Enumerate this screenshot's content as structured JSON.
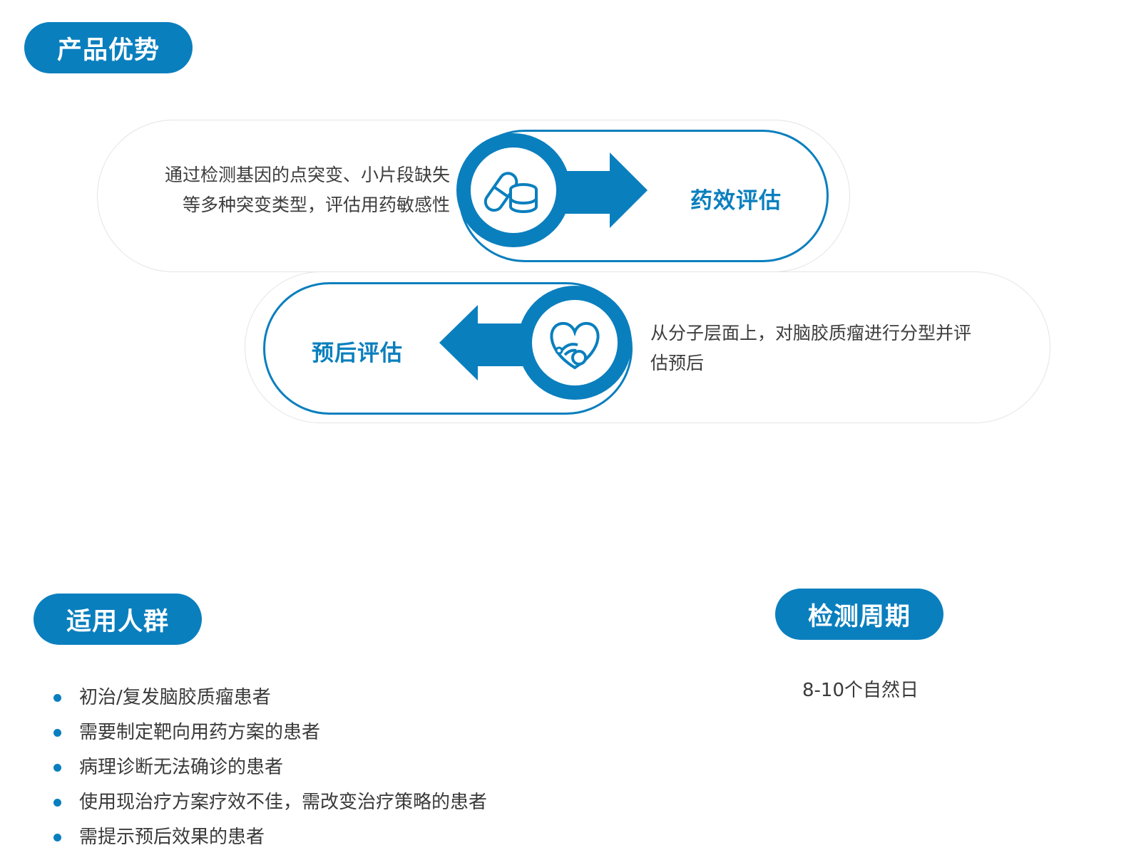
{
  "sections": {
    "advantage_title": "产品优势",
    "population_title": "适用人群",
    "cycle_title": "检测周期"
  },
  "advantages": [
    {
      "label": "药效评估",
      "description_line1": "通过检测基因的点突变、小片段缺失",
      "description_line2": "等多种突变类型，评估用药敏感性",
      "icon": "pill-medicine-icon"
    },
    {
      "label": "预后评估",
      "description_line1": "从分子层面上，对脑胶质瘤进行分型并评",
      "description_line2": "估预后",
      "icon": "heart-stethoscope-icon"
    }
  ],
  "population": [
    "初治/复发脑胶质瘤患者",
    "需要制定靶向用药方案的患者",
    "病理诊断无法确诊的患者",
    "使用现治疗方案疗效不佳，需改变治疗策略的患者",
    "需提示预后效果的患者"
  ],
  "cycle": {
    "value": "8-10个自然日"
  },
  "colors": {
    "accent": "#0a7fbe",
    "text": "#3a3a3a",
    "border": "#e2e4e6"
  }
}
